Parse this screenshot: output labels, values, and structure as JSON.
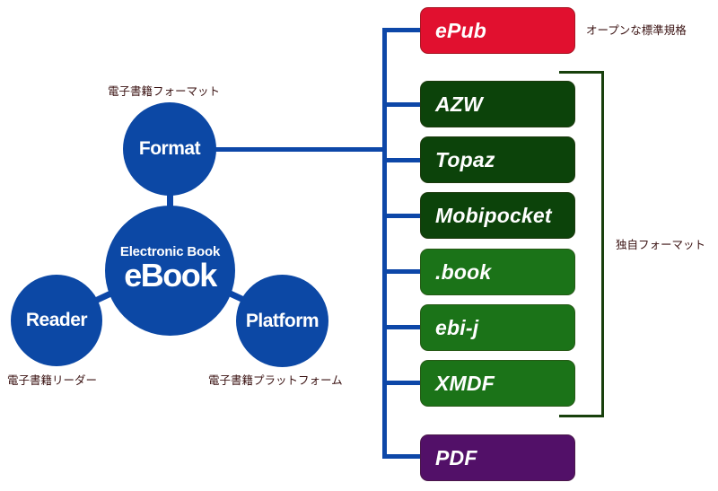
{
  "diagram": {
    "hub": {
      "subtitle": "Electronic Book",
      "title": "eBook"
    },
    "nodes": {
      "format": {
        "label": "Format",
        "caption": "電子書籍フォーマット"
      },
      "reader": {
        "label": "Reader",
        "caption": "電子書籍リーダー"
      },
      "platform": {
        "label": "Platform",
        "caption": "電子書籍プラットフォーム"
      }
    },
    "formats": [
      {
        "label": "ePub",
        "color": "#e1102f",
        "group": "open"
      },
      {
        "label": "AZW",
        "color": "#0c430a",
        "group": "proprietary"
      },
      {
        "label": "Topaz",
        "color": "#0c430a",
        "group": "proprietary"
      },
      {
        "label": "Mobipocket",
        "color": "#0c430a",
        "group": "proprietary"
      },
      {
        "label": ".book",
        "color": "#1b7318",
        "group": "proprietary"
      },
      {
        "label": "ebi-j",
        "color": "#1b7318",
        "group": "proprietary"
      },
      {
        "label": "XMDF",
        "color": "#1b7318",
        "group": "proprietary"
      },
      {
        "label": "PDF",
        "color": "#521068",
        "group": "other"
      }
    ],
    "annotations": {
      "open_standard": "オープンな標準規格",
      "proprietary": "独自フォーマット"
    },
    "colors": {
      "connector": "#0d47a8",
      "circle": "#0c48a5",
      "bracket": "#18400c",
      "caption_text": "#3a1212"
    }
  }
}
